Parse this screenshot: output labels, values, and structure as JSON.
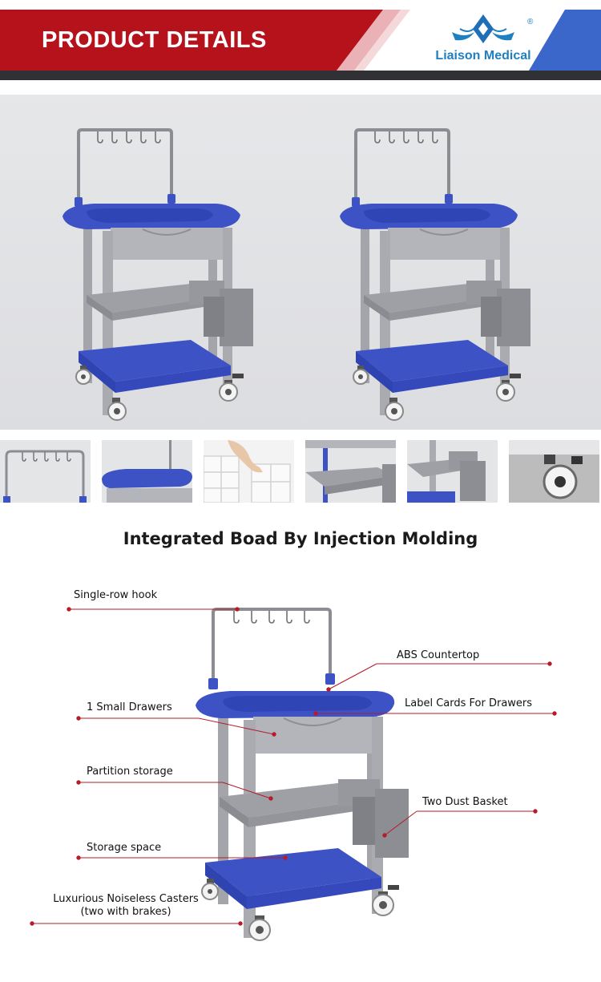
{
  "header": {
    "title": "PRODUCT DETAILS",
    "brand": "Liaison Medical",
    "registered_mark": "®",
    "colors": {
      "red": "#b5121b",
      "dark_bar": "#2f3135",
      "brand_blue": "#1f7fc0"
    }
  },
  "thumbnails": [
    {
      "subject": "hook-rail"
    },
    {
      "subject": "countertop"
    },
    {
      "subject": "partition-tray-hand"
    },
    {
      "subject": "partition-shelf"
    },
    {
      "subject": "dust-basket"
    },
    {
      "subject": "caster-brake"
    }
  ],
  "section": {
    "title": "Integrated Boad By Injection Molding"
  },
  "callouts": {
    "hook": "Single-row hook",
    "countertop": "ABS Countertop",
    "drawers": "1 Small Drawers",
    "label_cards": "Label Cards For Drawers",
    "partition": "Partition storage",
    "dust_basket": "Two Dust Basket",
    "storage": "Storage space",
    "casters_line1": "Luxurious Noiseless Casters",
    "casters_line2": "(two with brakes)"
  },
  "colors": {
    "cart_blue": "#3d52c4",
    "cart_gray": "#a9abb0",
    "leader_red": "#b51c2a"
  }
}
